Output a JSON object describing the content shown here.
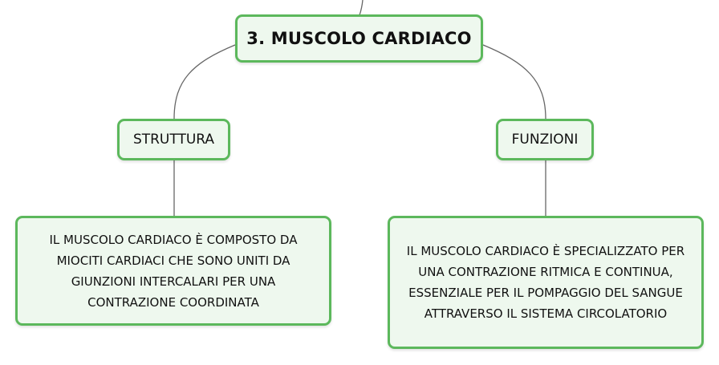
{
  "mindmap": {
    "root": {
      "label": "3. MUSCOLO CARDIACO"
    },
    "branches": [
      {
        "label": "STRUTTURA",
        "detail": "IL MUSCOLO CARDIACO È COMPOSTO DA MIOCITI CARDIACI CHE SONO UNITI DA GIUNZIONI INTERCALARI PER UNA CONTRAZIONE COORDINATA"
      },
      {
        "label": "FUNZIONI",
        "detail": "IL MUSCOLO CARDIACO È SPECIALIZZATO PER UNA CONTRAZIONE RITMICA E CONTINUA, ESSENZIALE PER IL POMPAGGIO DEL SANGUE ATTRAVERSO IL SISTEMA CIRCOLATORIO"
      }
    ]
  },
  "colors": {
    "node_border": "#5cb85c",
    "node_fill": "#eef8ee",
    "connector": "#666666",
    "text": "#111111"
  }
}
